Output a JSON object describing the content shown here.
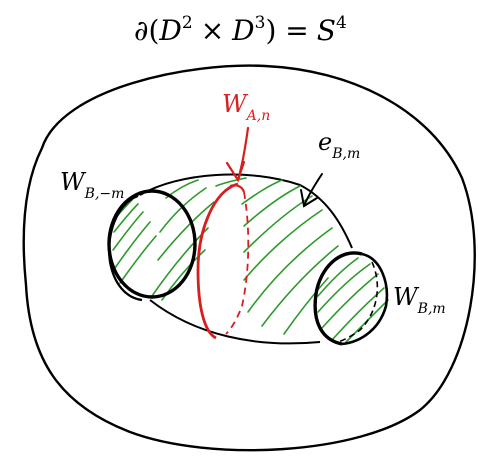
{
  "title": {
    "partial": "∂",
    "open": "(",
    "d_base": "D",
    "d2_exp": "2",
    "times": "×",
    "d3_base": "D",
    "d3_exp": "3",
    "close_eq": ") =",
    "s_base": "S",
    "s_exp": "4"
  },
  "labels": {
    "w_a_n": {
      "base": "W",
      "sub": "A,n"
    },
    "e_b_m": {
      "base": "e",
      "sub": "B,m"
    },
    "w_b_minus_m": {
      "base": "W",
      "sub": "B,−m"
    },
    "w_b_m": {
      "base": "W",
      "sub": "B,m"
    }
  },
  "colors": {
    "ink": "#000000",
    "hatch": "#2e9a2e",
    "red": "#d81e1e"
  }
}
